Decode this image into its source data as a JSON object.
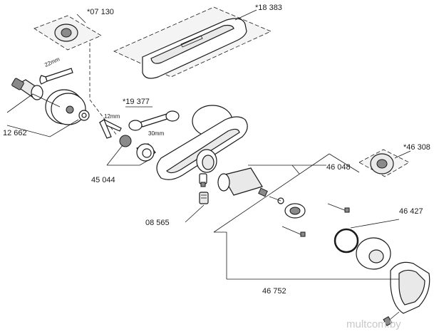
{
  "diagram": {
    "part_numbers": [
      {
        "id": "p-07130",
        "label": "*07 130"
      },
      {
        "id": "p-18383",
        "label": "*18 383"
      },
      {
        "id": "p-19377",
        "label": "*19 377"
      },
      {
        "id": "p-12662",
        "label": "12 662"
      },
      {
        "id": "p-45044",
        "label": "45 044"
      },
      {
        "id": "p-46048",
        "label": "46 048"
      },
      {
        "id": "p-46308",
        "label": "*46 308"
      },
      {
        "id": "p-46427",
        "label": "46 427"
      },
      {
        "id": "p-08565",
        "label": "08 565"
      },
      {
        "id": "p-46752",
        "label": "46 752"
      }
    ],
    "tool_sizes": {
      "spanner_small": "22mm",
      "hex_key": "12mm",
      "spanner_large": "30mm"
    },
    "watermark": "multcom.by"
  }
}
